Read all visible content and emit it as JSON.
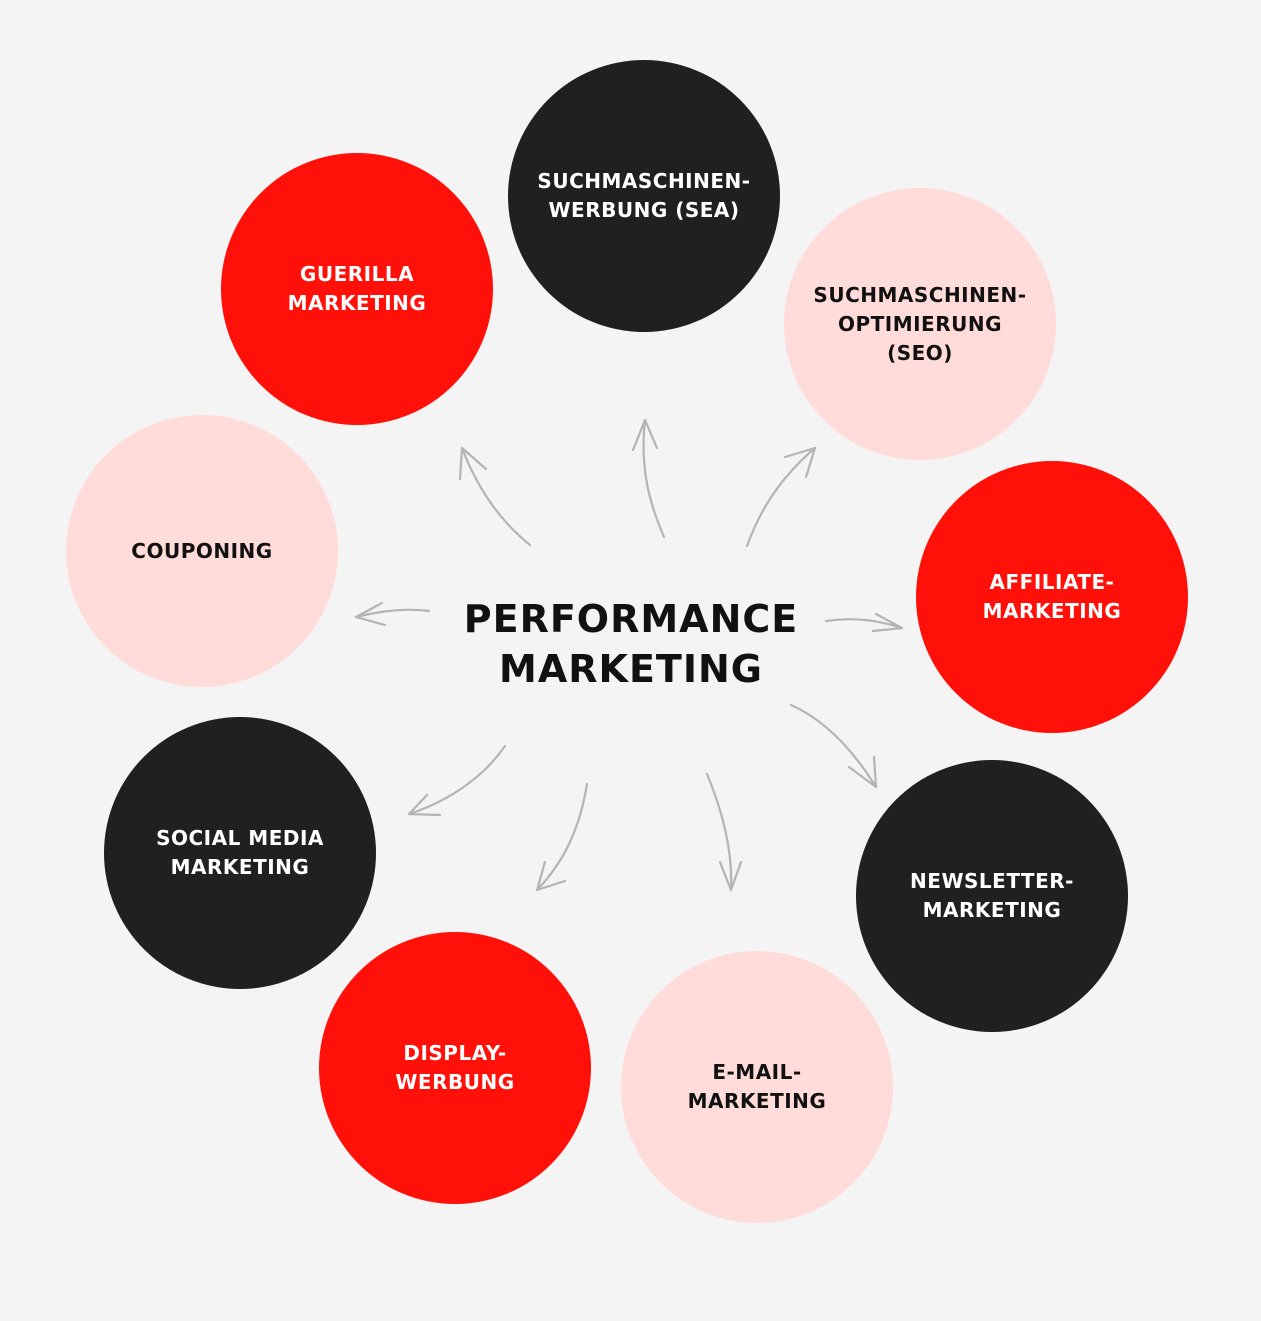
{
  "center": {
    "title": "PERFORMANCE\nMARKETING"
  },
  "colors": {
    "background": "#f4f4f4",
    "dark": "#202020",
    "red": "#ff1008",
    "pink": "#ffdcda",
    "arrow": "#b4b4b4"
  },
  "nodes": [
    {
      "label": "SUCHMASCHINEN-\nWERBUNG (SEA)",
      "style": "dark"
    },
    {
      "label": "SUCHMASCHINEN-\nOPTIMIERUNG\n(SEO)",
      "style": "pink"
    },
    {
      "label": "AFFILIATE-\nMARKETING",
      "style": "red"
    },
    {
      "label": "NEWSLETTER-\nMARKETING",
      "style": "dark"
    },
    {
      "label": "E-MAIL-\nMARKETING",
      "style": "pink"
    },
    {
      "label": "DISPLAY-\nWERBUNG",
      "style": "red"
    },
    {
      "label": "SOCIAL MEDIA\nMARKETING",
      "style": "dark"
    },
    {
      "label": "COUPONING",
      "style": "pink"
    },
    {
      "label": "GUERILLA\nMARKETING",
      "style": "red"
    }
  ]
}
